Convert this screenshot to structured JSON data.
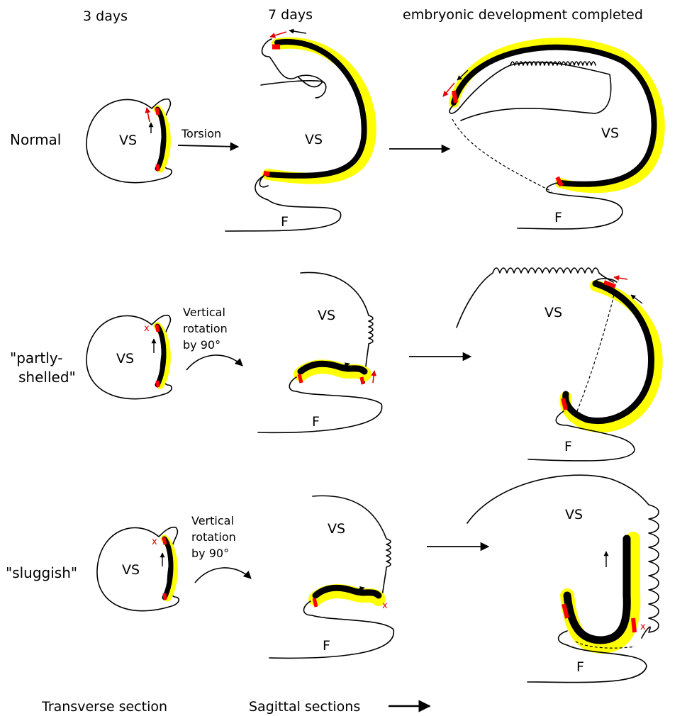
{
  "colors": {
    "band_outer": "#ffff00",
    "band_inner": "#000000",
    "band_tip": "#ff0000",
    "red_arrow": "#e00000",
    "black_arrow": "#000000"
  },
  "header": {
    "col1": "3 days",
    "col2": "7 days",
    "col3": "embryonic development completed"
  },
  "rows": {
    "normal": "Normal",
    "partly": [
      "\"partly-",
      "shelled\""
    ],
    "sluggish": "\"sluggish\""
  },
  "labels": {
    "vs": "VS",
    "f": "F",
    "torsion": "Torsion",
    "rotation": [
      "Vertical",
      "rotation",
      "by 90°"
    ],
    "x_mark": "x"
  },
  "footer": {
    "transverse": "Transverse section",
    "sagittal": "Sagittal sections"
  }
}
